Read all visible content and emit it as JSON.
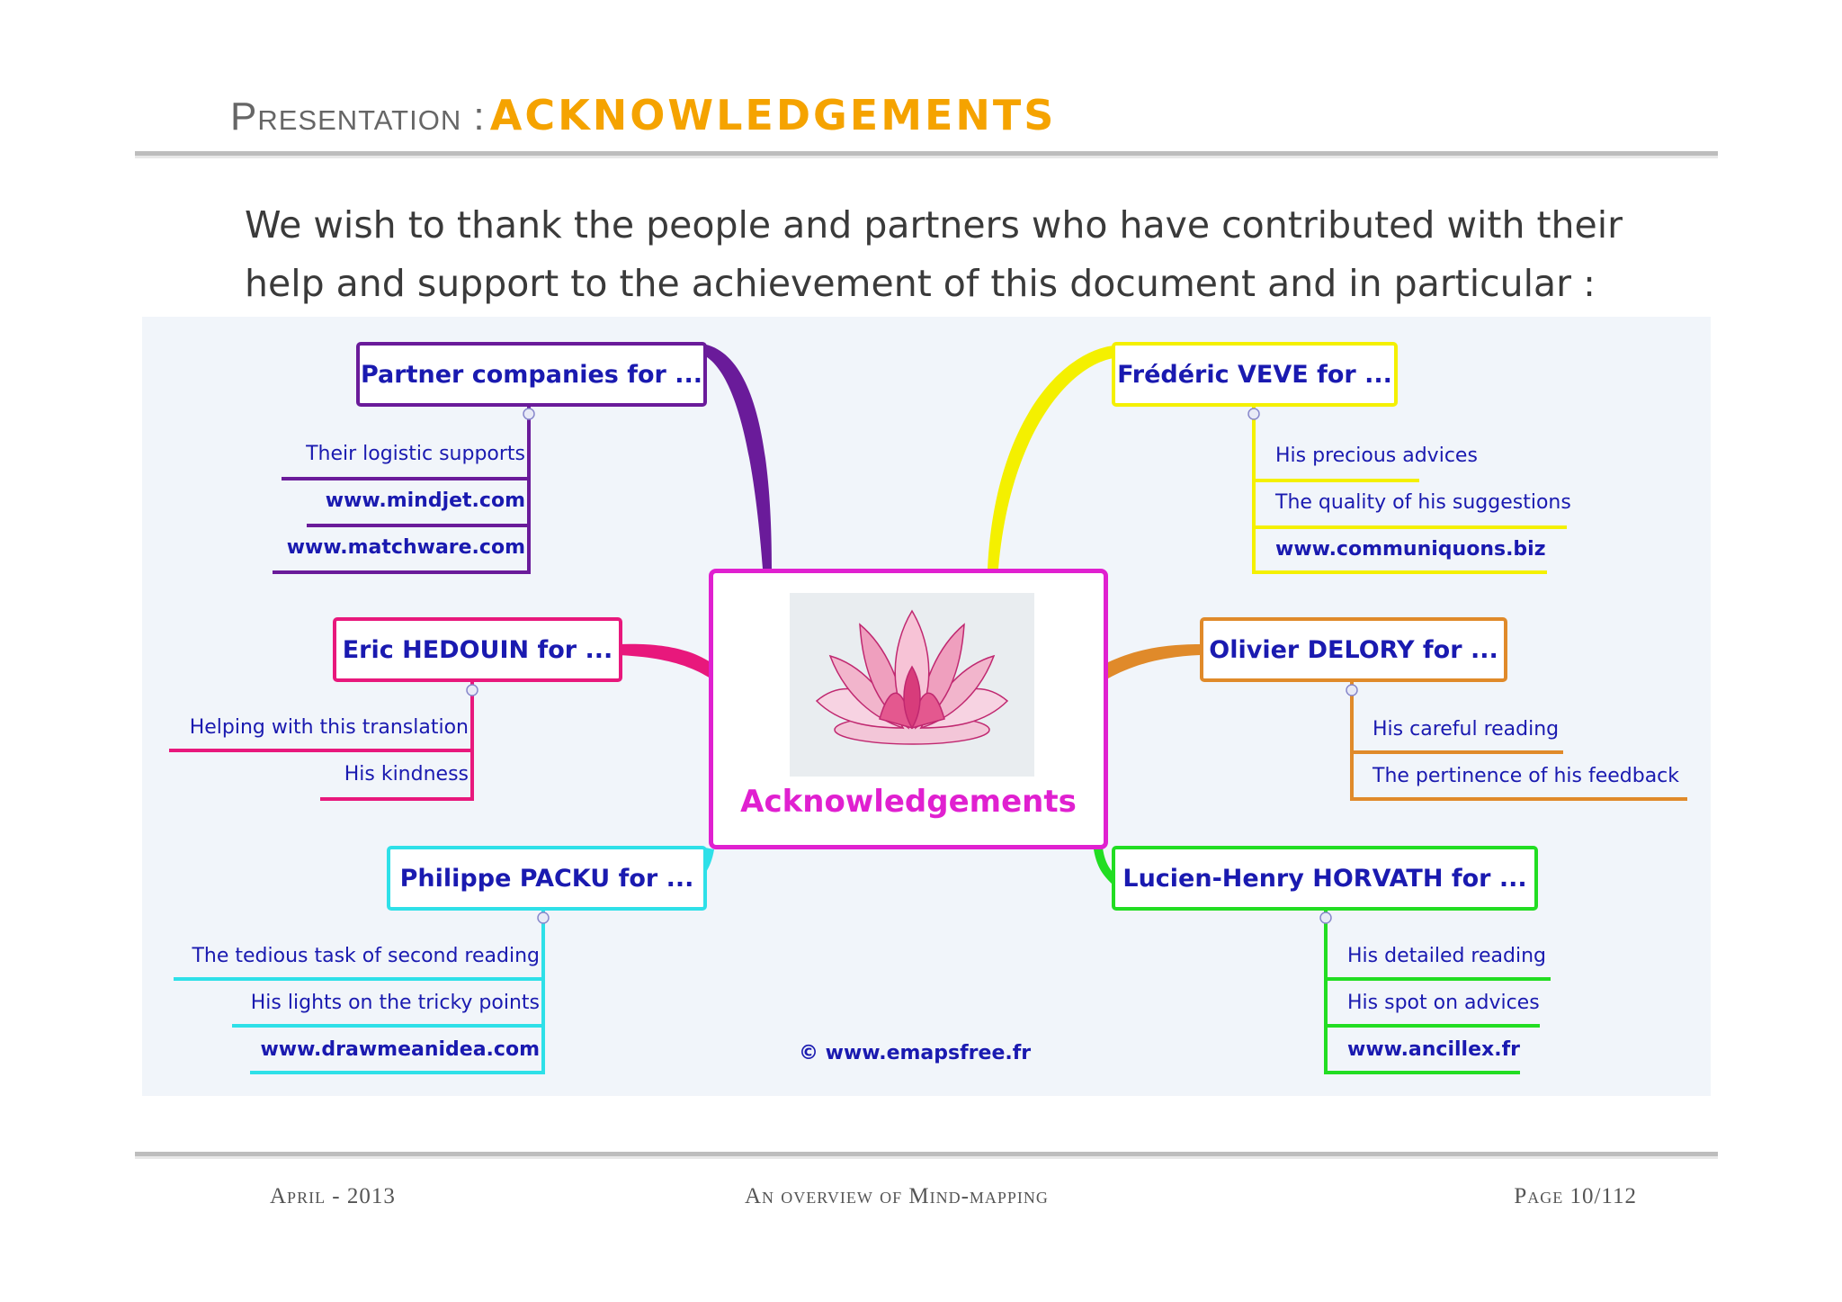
{
  "header": {
    "section_label": "Presentation :",
    "title": "ACKNOWLEDGEMENTS"
  },
  "intro": "We wish to thank the people and partners who have contributed with their help and support to the achievement of this document and in particular :",
  "mindmap": {
    "center": "Acknowledgements",
    "branches": {
      "partners": {
        "label": "Partner companies for ...",
        "color": "#6a1b9a",
        "items": [
          "Their logistic supports",
          "www.mindjet.com",
          "www.matchware.com"
        ]
      },
      "eric": {
        "label": "Eric HEDOUIN for ...",
        "color": "#e8187c",
        "items": [
          "Helping with this translation",
          "His kindness"
        ]
      },
      "philippe": {
        "label": "Philippe PACKU  for ...",
        "color": "#2ee0e8",
        "items": [
          "The tedious task of second reading",
          "His lights on the tricky points",
          "www.drawmeanidea.com"
        ]
      },
      "frederic": {
        "label": "Frédéric VEVE for ...",
        "color": "#f4f000",
        "items": [
          "His precious advices",
          "The quality of his suggestions",
          "www.communiquons.biz"
        ]
      },
      "olivier": {
        "label": "Olivier DELORY for ...",
        "color": "#e08a2a",
        "items": [
          "His careful reading",
          "The pertinence of his feedback"
        ]
      },
      "lucien": {
        "label": "Lucien-Henry HORVATH for ...",
        "color": "#22dd22",
        "items": [
          "His detailed reading",
          "His spot on advices",
          "www.ancillex.fr"
        ]
      }
    },
    "center_color": "#e020d0",
    "copyright": "© www.emapsfree.fr"
  },
  "footer": {
    "date": "April - 2013",
    "doc_title": "An overview of Mind-mapping",
    "page": "Page 10/112"
  }
}
